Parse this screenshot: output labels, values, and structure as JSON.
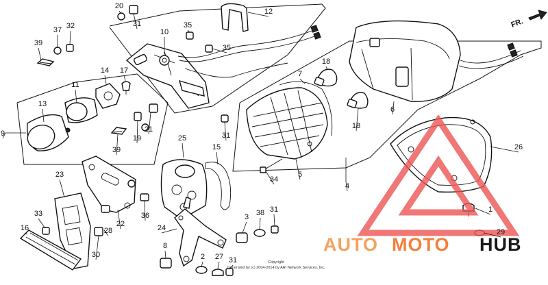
{
  "diagram": {
    "direction_label": "FR.",
    "copyright_title": "Copyright",
    "copyright_line": "Generated by (c) 2004-2014 by ARI Network Services, Inc.",
    "watermark": {
      "auto": "AUTO",
      "moto": "MOTO",
      "hub": "HUB",
      "accent": "#f47f3a",
      "accent_light": "#f6a25e",
      "hub_color": "#1a1a1a",
      "triangle_color": "#ee5555"
    }
  },
  "parts": [
    {
      "id": "p1",
      "label": "1"
    },
    {
      "id": "p2",
      "label": "2"
    },
    {
      "id": "p3",
      "label": "3"
    },
    {
      "id": "p4",
      "label": "4"
    },
    {
      "id": "p5",
      "label": "5"
    },
    {
      "id": "p6",
      "label": "6"
    },
    {
      "id": "p7",
      "label": "7"
    },
    {
      "id": "p8",
      "label": "8"
    },
    {
      "id": "p9",
      "label": "9"
    },
    {
      "id": "p10",
      "label": "10"
    },
    {
      "id": "p11",
      "label": "11"
    },
    {
      "id": "p12",
      "label": "12"
    },
    {
      "id": "p13",
      "label": "13"
    },
    {
      "id": "p14",
      "label": "14"
    },
    {
      "id": "p15",
      "label": "15"
    },
    {
      "id": "p16",
      "label": "16"
    },
    {
      "id": "p17",
      "label": "17"
    },
    {
      "id": "p18a",
      "label": "18"
    },
    {
      "id": "p18b",
      "label": "18"
    },
    {
      "id": "p19",
      "label": "19"
    },
    {
      "id": "p20",
      "label": "20"
    },
    {
      "id": "p21",
      "label": "21"
    },
    {
      "id": "p22",
      "label": "22"
    },
    {
      "id": "p23",
      "label": "23"
    },
    {
      "id": "p24",
      "label": "24"
    },
    {
      "id": "p25",
      "label": "25"
    },
    {
      "id": "p26",
      "label": "26"
    },
    {
      "id": "p27",
      "label": "27"
    },
    {
      "id": "p28",
      "label": "28"
    },
    {
      "id": "p29",
      "label": "29"
    },
    {
      "id": "p30",
      "label": "30"
    },
    {
      "id": "p31a",
      "label": "31"
    },
    {
      "id": "p31b",
      "label": "31"
    },
    {
      "id": "p31c",
      "label": "31"
    },
    {
      "id": "p31d",
      "label": "31"
    },
    {
      "id": "p32",
      "label": "32"
    },
    {
      "id": "p33",
      "label": "33"
    },
    {
      "id": "p34",
      "label": "34"
    },
    {
      "id": "p35a",
      "label": "35"
    },
    {
      "id": "p35b",
      "label": "35"
    },
    {
      "id": "p36",
      "label": "36"
    },
    {
      "id": "p37",
      "label": "37"
    },
    {
      "id": "p38",
      "label": "38"
    },
    {
      "id": "p39a",
      "label": "39"
    },
    {
      "id": "p39b",
      "label": "39"
    }
  ]
}
